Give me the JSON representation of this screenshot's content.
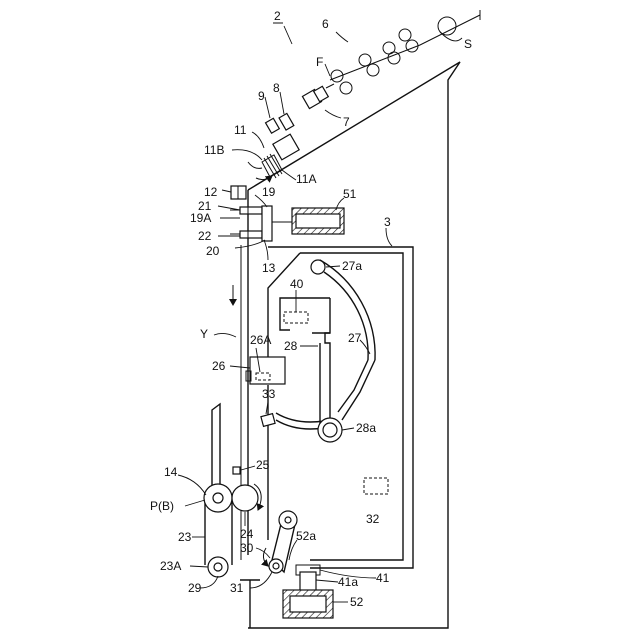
{
  "labels": {
    "l2": "2",
    "l6": "6",
    "lS": "S",
    "lF": "F",
    "l7": "7",
    "l8": "8",
    "l9": "9",
    "l11": "11",
    "l11B": "11B",
    "l11A": "11A",
    "l12": "12",
    "l19": "19",
    "l21": "21",
    "l19A": "19A",
    "l22": "22",
    "l20": "20",
    "l51": "51",
    "l3": "3",
    "l13": "13",
    "l27a": "27a",
    "l40": "40",
    "l27": "27",
    "lY": "Y",
    "l26A": "26A",
    "l28": "28",
    "l26": "26",
    "l33": "33",
    "l28a": "28a",
    "l14": "14",
    "l25": "25",
    "lPB": "P(B)",
    "l32": "32",
    "l24": "24",
    "l23": "23",
    "l52a": "52a",
    "l30": "30",
    "l23A": "23A",
    "l41": "41",
    "l41a": "41a",
    "l29": "29",
    "l31": "31",
    "l52": "52"
  }
}
